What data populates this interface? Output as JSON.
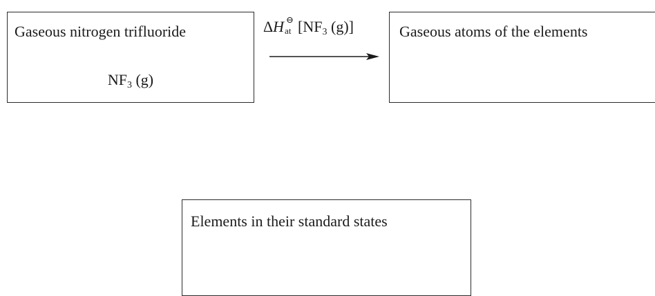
{
  "diagram": {
    "nitrogen_trifluoride": {
      "title": "Gaseous nitrogen trifluoride",
      "formula_prefix": "NF",
      "formula_subscript": "3",
      "formula_suffix": " (g)"
    },
    "atoms": {
      "title": "Gaseous atoms of the elements"
    },
    "standard_states": {
      "title": "Elements in their standard states"
    },
    "arrow": {
      "delta": "Δ",
      "symbol": "H",
      "superscript": "⊖",
      "subscript": "at",
      "open_bracket": "[",
      "species_prefix": "NF",
      "species_subscript": "3",
      "species_suffix": " (g)",
      "close_bracket": "]"
    }
  }
}
